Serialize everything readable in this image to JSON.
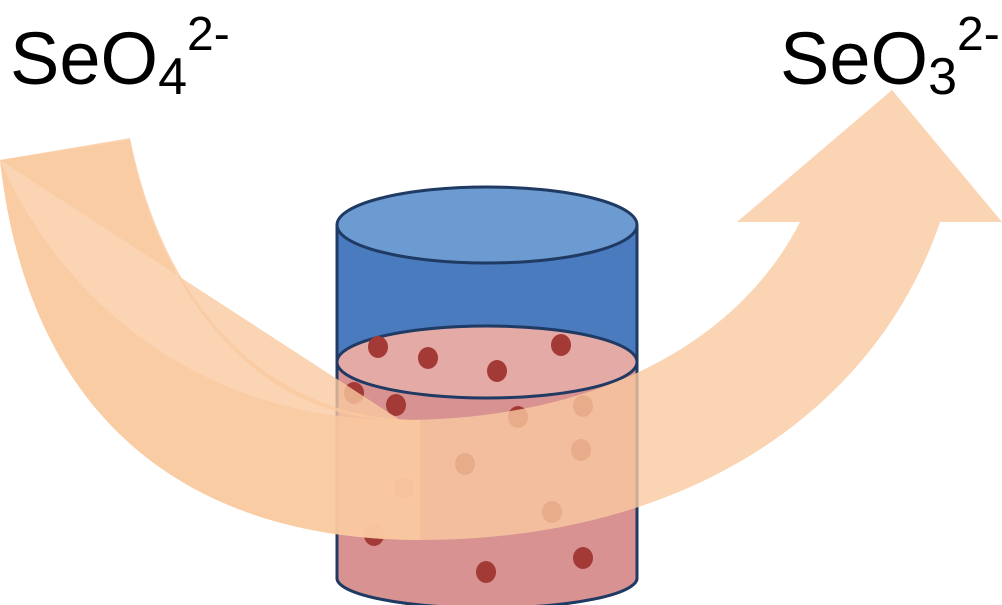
{
  "labels": {
    "reactant": {
      "base": "SeO",
      "subscript": "4",
      "charge": "2-"
    },
    "product": {
      "base": "SeO",
      "subscript": "3",
      "charge": "2-"
    }
  },
  "colors": {
    "arrow": "#f9c9a0",
    "cylinder_top": "#6b9bd1",
    "cylinder_body": "#4a7bbf",
    "cylinder_outline": "#1f3a63",
    "liquid_top": "#e4aaa6",
    "liquid_body": "#d79291",
    "particle": "#a33a36",
    "text": "#000000"
  }
}
